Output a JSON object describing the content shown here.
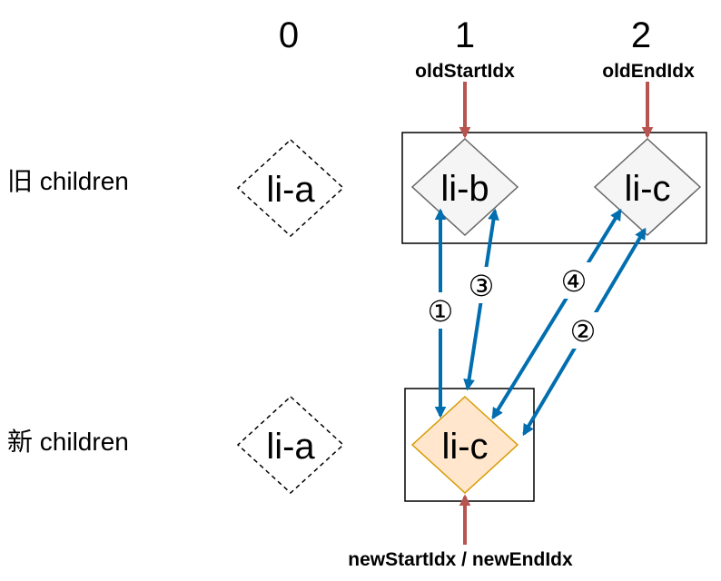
{
  "indices": [
    "0",
    "1",
    "2"
  ],
  "pointers": {
    "old_start": "oldStartIdx",
    "old_end": "oldEndIdx",
    "new_start_end": "newStartIdx / newEndIdx"
  },
  "rows": {
    "old_label": "旧 children",
    "new_label": "新 children"
  },
  "nodes": {
    "old_a": "li-a",
    "old_b": "li-b",
    "old_c": "li-c",
    "new_a": "li-a",
    "new_c": "li-c"
  },
  "steps": {
    "s1": "①",
    "s2": "②",
    "s3": "③",
    "s4": "④"
  },
  "colors": {
    "pointer_arrow": "#b85450",
    "compare_arrow": "#006eaf",
    "old_node_fill": "#f5f5f5",
    "old_node_stroke": "#666666",
    "new_node_fill": "#ffe6cc",
    "new_node_stroke": "#d79b00",
    "dashed_stroke": "#000000"
  }
}
